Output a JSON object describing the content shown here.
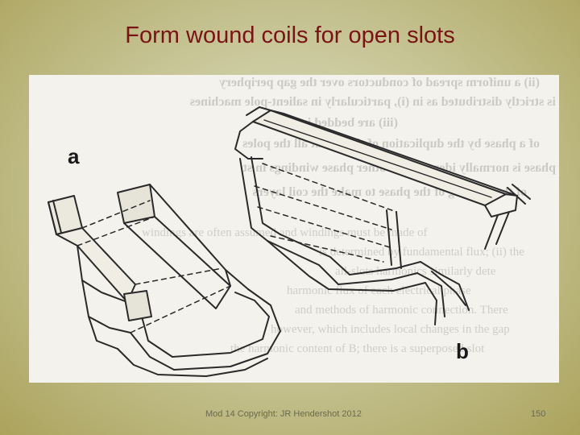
{
  "slide": {
    "title": "Form wound coils for open slots",
    "footer": "Mod 14 Copyright: JR Hendershot 2012",
    "page_number": "150"
  },
  "figure": {
    "label_a": "a",
    "label_b": "b",
    "background_text_lines": [
      "(ii) a uniform spread of conductors over the gap periphery",
      "is strictly distributed as in (i), particularly in salient-pole machines",
      "(iii) are bedded in slots",
      "of a phase by the duplication of the coil at all the poles",
      "phase is normally identical for other phase windings in st",
      "of the winding of the phase to make the coil layers",
      "windings are often assumed and windings must be made of",
      "is determined by fundamental flux; (ii) the",
      "all-slots harmonics similarly dete",
      "harmonic flux of each electrical phase",
      "and methods of harmonic connection. There",
      "however, which includes local changes in the gap",
      "the harmonic content of B; there is a superposed slot"
    ]
  },
  "colors": {
    "title": "#7a1414",
    "background": "#c9c79a",
    "footer_text": "#6b6a50"
  }
}
